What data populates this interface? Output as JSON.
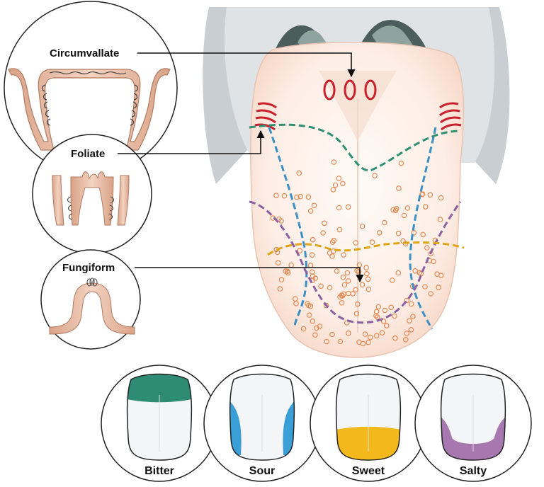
{
  "papilla_labels": {
    "circumvallate": "Circumvallate",
    "foliate": "Foliate",
    "fungiform": "Fungiform"
  },
  "taste_regions": [
    {
      "label": "Bitter",
      "color": "#2e8b74"
    },
    {
      "label": "Sour",
      "color": "#3a9fd6"
    },
    {
      "label": "Sweet",
      "color": "#f2b81c"
    },
    {
      "label": "Salty",
      "color": "#a777b0"
    }
  ],
  "colors": {
    "tongue": "#fbe8df",
    "papilla_tissue": "#e7b9a3",
    "circumvallate_marks": "#c8212b",
    "fungiform_dots": "#e58a52",
    "bitter_line": "#2f8f72",
    "sour_line": "#3a8fc4",
    "salty_line": "#8b5fa0",
    "sweet_line": "#e0a414"
  }
}
